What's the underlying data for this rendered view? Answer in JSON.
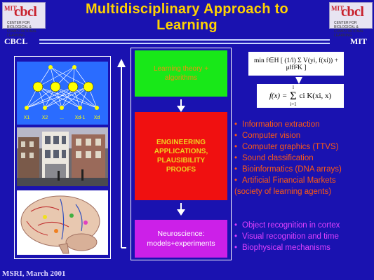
{
  "header": {
    "title_line1": "Multidisciplinary Approach  to",
    "title_line2": "Learning",
    "left_label": "CBCL",
    "right_label": "MIT"
  },
  "logos": {
    "brand": "cbcl",
    "prefix": "MIT",
    "tagline": "CENTER FOR BIOLOGICAL & COMPUTATIONAL LEARNING"
  },
  "network": {
    "input_labels": [
      "X1",
      "X2",
      "...",
      "Xd-1",
      "Xd"
    ]
  },
  "boxes": {
    "learning_theory": "Learning theory + algorithms",
    "engineering": "ENGINEERING APPLICATIONS, PLAUSIBILITY PROOFS",
    "neuroscience": "Neuroscience: models+experiments"
  },
  "equations": {
    "functional": "min f∈H [ (1/l) Σ V(yi, f(xi)) + μ‖f‖²K ]",
    "solution_lhs": "f(x) =",
    "solution_sum": "Σ",
    "solution_upper": "l",
    "solution_lower": "i=1",
    "solution_rhs": "ci K(xi, x)"
  },
  "engineering_list": [
    "Information extraction",
    "Computer vision",
    "Computer graphics (TTVS)",
    "Sound classification",
    "Bioinformatics (DNA arrays)",
    "Artificial Financial Markets"
  ],
  "engineering_note": "(society of  learning agents)",
  "neuroscience_list": [
    "Object recognition in cortex",
    "Visual recognition and time",
    "Biophysical mechanisms"
  ],
  "bullet": "•",
  "footer": "MSRI, March 2001",
  "colors": {
    "background": "#1a12b0",
    "title": "#ffd200",
    "green_box": "#18e818",
    "red_box": "#f01010",
    "magenta_box": "#cc20e8",
    "orange_text": "#ff5a10",
    "magenta_text": "#e040ff"
  }
}
